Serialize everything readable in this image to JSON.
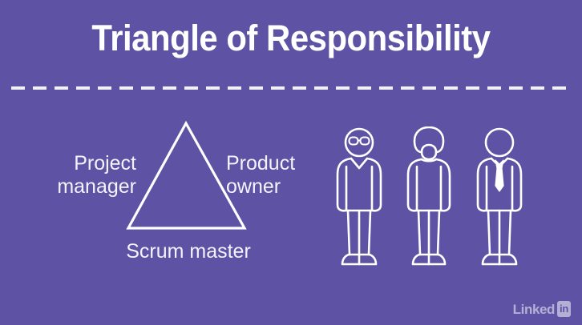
{
  "slide": {
    "title": "Triangle of Responsibility",
    "background_color": "#5d52a4",
    "line_color": "#ffffff"
  },
  "divider": {
    "style": "dashed",
    "color": "#f2f0f8"
  },
  "diagram": {
    "shape": "triangle",
    "labels": {
      "left": "Project\nmanager",
      "left_line1": "Project",
      "left_line2": "manager",
      "right_line1": "Product",
      "right_line2": "owner",
      "bottom": "Scrum master"
    }
  },
  "people": [
    {
      "name": "person-with-glasses",
      "features": "round glasses, v-neck sweater"
    },
    {
      "name": "person-with-bob-hair",
      "features": "bobbed hair, plain top"
    },
    {
      "name": "person-with-tie",
      "features": "suit jacket, necktie"
    }
  ],
  "branding": {
    "word": "Linked",
    "badge": "in"
  }
}
